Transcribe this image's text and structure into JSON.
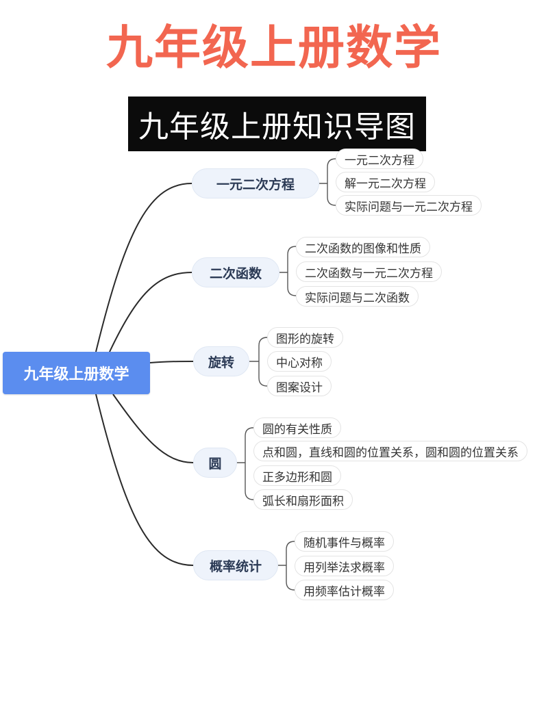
{
  "title": "九年级上册数学",
  "subtitle": "九年级上册知识导图",
  "root": "九年级上册数学",
  "branches": [
    {
      "label": "一元二次方程",
      "items": [
        "一元二次方程",
        "解一元二次方程",
        "实际问题与一元二次方程"
      ]
    },
    {
      "label": "二次函数",
      "items": [
        "二次函数的图像和性质",
        "二次函数与一元二次方程",
        "实际问题与二次函数"
      ]
    },
    {
      "label": "旋转",
      "items": [
        "图形的旋转",
        "中心对称",
        "图案设计"
      ]
    },
    {
      "label": "圆",
      "items": [
        "圆的有关性质",
        "点和圆，直线和圆的位置关系，圆和圆的位置关系",
        "正多边形和圆",
        "弧长和扇形面积"
      ]
    },
    {
      "label": "概率统计",
      "items": [
        "随机事件与概率",
        "用列举法求概率",
        "用频率估计概率"
      ]
    }
  ],
  "colors": {
    "title": "#f26650",
    "root": "#5b8def",
    "line": "#2a2a2a"
  }
}
